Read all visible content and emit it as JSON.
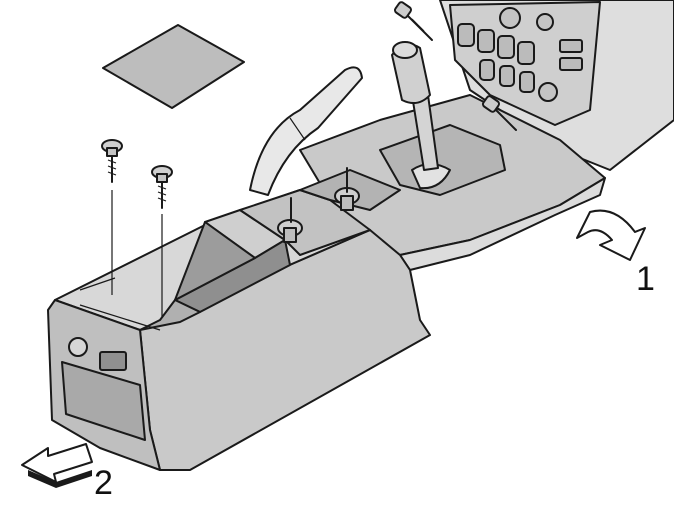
{
  "callouts": {
    "one": "1",
    "two": "2"
  },
  "colors": {
    "outline": "#1a1a1a",
    "console_body": "#c8c8c8",
    "console_shadow": "#a9a9a9",
    "console_light": "#dcdcdc",
    "interior_dark": "#8f8f8f",
    "lid": "#bdbdbd",
    "arrow": "#ffffff"
  },
  "icons": {
    "arrow_1": "curved-lift-arrow",
    "arrow_2": "pull-out-arrow"
  }
}
